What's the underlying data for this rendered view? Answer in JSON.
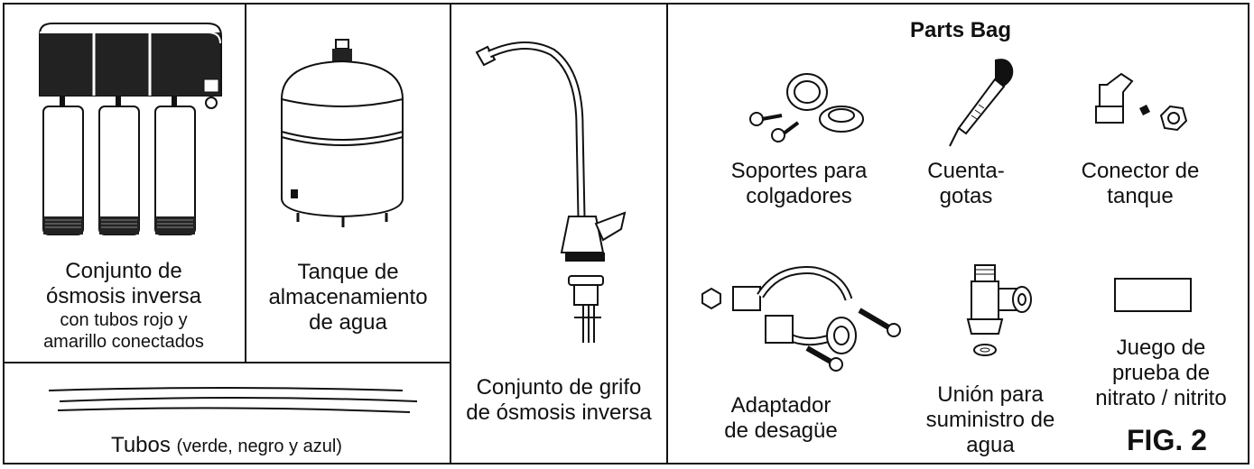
{
  "parts_bag_title": "Parts Bag",
  "figure_label": "FIG. 2",
  "items": {
    "ro_assembly": {
      "line1": "Conjunto de",
      "line2": "ósmosis inversa",
      "line3": "con tubos rojo y",
      "line4": "amarillo conectados"
    },
    "storage_tank": {
      "line1": "Tanque de",
      "line2": "almacenamiento",
      "line3": "de agua"
    },
    "faucet": {
      "line1": "Conjunto de grifo",
      "line2": "de ósmosis inversa"
    },
    "tubing": {
      "label": "Tubos",
      "colors": "(verde, negro y azul)"
    },
    "hanger_brackets": {
      "line1": "Soportes para",
      "line2": "colgadores"
    },
    "dropper": {
      "line1": "Cuenta-",
      "line2": "gotas"
    },
    "tank_connector": {
      "line1": "Conector de",
      "line2": "tanque"
    },
    "drain_adapter": {
      "line1": "Adaptador",
      "line2": "de desagüe"
    },
    "supply_union": {
      "line1": "Unión para",
      "line2": "suministro de",
      "line3": "agua"
    },
    "nitrate_kit": {
      "line1": "Juego de",
      "line2": "prueba de",
      "line3": "nitrato / nitrito"
    }
  }
}
